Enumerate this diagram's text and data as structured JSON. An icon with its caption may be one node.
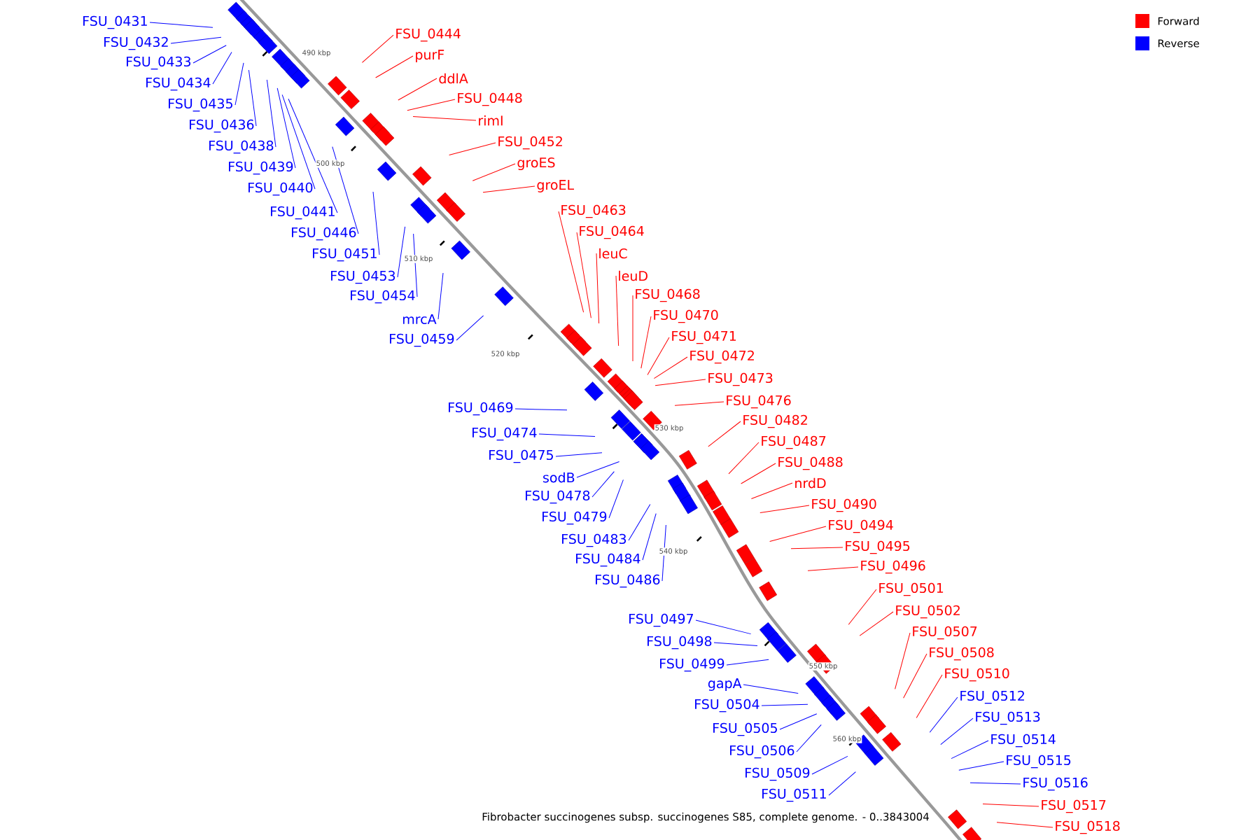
{
  "diagram": {
    "caption": "Fibrobacter succinogenes subsp. succinogenes S85, complete genome. - 0..3843004",
    "nodes": [
      {
        "text": [
          "FSU_0431"
        ]
      },
      {
        "text": [
          "FSU_0432"
        ]
      },
      {
        "text": [
          "FSU_0433"
        ]
      },
      {
        "text": [
          "FSU_0434"
        ]
      },
      {
        "text": [
          "FSU_0435"
        ]
      },
      {
        "text": [
          "FSU_0436"
        ]
      },
      {
        "text": [
          "FSU_0438"
        ]
      },
      {
        "text": [
          "FSU_0439"
        ]
      },
      {
        "text": [
          "FSU_0440"
        ]
      },
      {
        "text": [
          "FSU_0441"
        ]
      },
      {
        "text": [
          "FSU_0444"
        ]
      },
      {
        "text": [
          "purF"
        ]
      },
      {
        "text": [
          "ddlA"
        ]
      },
      {
        "text": [
          "FSU_0446"
        ]
      },
      {
        "text": [
          "FSU_0448"
        ]
      },
      {
        "text": [
          "rimI"
        ]
      },
      {
        "text": [
          "FSU_0451"
        ]
      },
      {
        "text": [
          "FSU_0452"
        ]
      },
      {
        "text": [
          "FSU_0453"
        ]
      },
      {
        "text": [
          "FSU_0454"
        ]
      },
      {
        "text": [
          "groES"
        ]
      },
      {
        "text": [
          "groEL"
        ]
      },
      {
        "text": [
          "mrcA"
        ]
      },
      {
        "text": [
          "FSU_0459"
        ]
      },
      {
        "text": [
          "FSU_0463"
        ]
      },
      {
        "text": [
          "FSU_0464"
        ]
      },
      {
        "text": [
          "leuC"
        ]
      },
      {
        "text": [
          "leuD"
        ]
      },
      {
        "text": [
          "FSU_0468"
        ]
      },
      {
        "text": [
          "FSU_0469"
        ]
      },
      {
        "text": [
          "FSU_0470"
        ]
      },
      {
        "text": [
          "FSU_0471"
        ]
      },
      {
        "text": [
          "FSU_0472"
        ]
      },
      {
        "text": [
          "FSU_0473"
        ]
      },
      {
        "text": [
          "FSU_0474"
        ]
      },
      {
        "text": [
          "FSU_0475"
        ]
      },
      {
        "text": [
          "FSU_0476"
        ]
      },
      {
        "text": [
          "sodB"
        ]
      },
      {
        "text": [
          "FSU_0478"
        ]
      },
      {
        "text": [
          "FSU_0479"
        ]
      },
      {
        "text": [
          "FSU_0482"
        ]
      },
      {
        "text": [
          "FSU_0483"
        ]
      },
      {
        "text": [
          "FSU_0484"
        ]
      },
      {
        "text": [
          "FSU_0486"
        ]
      },
      {
        "text": [
          "FSU_0487"
        ]
      },
      {
        "text": [
          "FSU_0488"
        ]
      },
      {
        "text": [
          "nrdD"
        ]
      },
      {
        "text": [
          "FSU_0490"
        ]
      },
      {
        "text": [
          "FSU_0494"
        ]
      },
      {
        "text": [
          "FSU_0495"
        ]
      },
      {
        "text": [
          "FSU_0496"
        ]
      },
      {
        "text": [
          "FSU_0497"
        ]
      },
      {
        "text": [
          "FSU_0498"
        ]
      },
      {
        "text": [
          "FSU_0499"
        ]
      },
      {
        "text": [
          "FSU_0501"
        ]
      },
      {
        "text": [
          "FSU_0502"
        ]
      },
      {
        "text": [
          "gapA"
        ]
      },
      {
        "text": [
          "FSU_0504"
        ]
      },
      {
        "text": [
          "FSU_0505"
        ]
      },
      {
        "text": [
          "FSU_0506"
        ]
      },
      {
        "text": [
          "FSU_0507"
        ]
      },
      {
        "text": [
          "FSU_0508"
        ]
      },
      {
        "text": [
          "FSU_0509"
        ]
      },
      {
        "text": [
          "FSU_0510"
        ]
      },
      {
        "text": [
          "FSU_0511"
        ]
      },
      {
        "text": [
          "FSU_0512"
        ]
      },
      {
        "text": [
          "FSU_0513"
        ]
      },
      {
        "text": [
          "FSU_0514"
        ]
      },
      {
        "text": [
          "FSU_0515"
        ]
      },
      {
        "text": [
          "FSU_0516"
        ]
      },
      {
        "text": [
          "FSU_0517"
        ]
      },
      {
        "text": [
          "FSU_0518"
        ]
      }
    ],
    "edges": [
      {
        "from": 0,
        "to": null,
        "arrow": "none",
        "color": "#0000ff"
      },
      {
        "from": 1,
        "to": null,
        "arrow": "none",
        "color": "#0000ff"
      },
      {
        "from": 2,
        "to": null,
        "arrow": "none",
        "color": "#0000ff"
      },
      {
        "from": 3,
        "to": null,
        "arrow": "none",
        "color": "#0000ff"
      },
      {
        "from": 4,
        "to": null,
        "arrow": "none",
        "color": "#0000ff"
      },
      {
        "from": 5,
        "to": null,
        "arrow": "none",
        "color": "#0000ff"
      },
      {
        "from": 6,
        "to": null,
        "arrow": "none",
        "color": "#0000ff"
      },
      {
        "from": 7,
        "to": null,
        "arrow": "none",
        "color": "#0000ff"
      },
      {
        "from": 8,
        "to": null,
        "arrow": "none",
        "color": "#0000ff"
      },
      {
        "from": 9,
        "to": null,
        "arrow": "none",
        "color": "#0000ff"
      },
      {
        "from": 10,
        "to": null,
        "arrow": "none",
        "color": "#ff0000"
      },
      {
        "from": 11,
        "to": null,
        "arrow": "none",
        "color": "#ff0000"
      },
      {
        "from": 12,
        "to": null,
        "arrow": "none",
        "color": "#ff0000"
      },
      {
        "from": 13,
        "to": null,
        "arrow": "none",
        "color": "#0000ff"
      },
      {
        "from": 14,
        "to": null,
        "arrow": "none",
        "color": "#ff0000"
      },
      {
        "from": 15,
        "to": null,
        "arrow": "none",
        "color": "#ff0000"
      },
      {
        "from": 16,
        "to": null,
        "arrow": "none",
        "color": "#0000ff"
      },
      {
        "from": 17,
        "to": null,
        "arrow": "none",
        "color": "#ff0000"
      },
      {
        "from": 18,
        "to": null,
        "arrow": "none",
        "color": "#0000ff"
      },
      {
        "from": 19,
        "to": null,
        "arrow": "none",
        "color": "#0000ff"
      },
      {
        "from": 20,
        "to": null,
        "arrow": "none",
        "color": "#ff0000"
      },
      {
        "from": 21,
        "to": null,
        "arrow": "none",
        "color": "#ff0000"
      },
      {
        "from": 22,
        "to": null,
        "arrow": "none",
        "color": "#0000ff"
      },
      {
        "from": 23,
        "to": null,
        "arrow": "none",
        "color": "#0000ff"
      },
      {
        "from": 24,
        "to": null,
        "arrow": "none",
        "color": "#ff0000"
      },
      {
        "from": 25,
        "to": null,
        "arrow": "none",
        "color": "#ff0000"
      },
      {
        "from": 26,
        "to": null,
        "arrow": "none",
        "color": "#ff0000"
      },
      {
        "from": 27,
        "to": null,
        "arrow": "none",
        "color": "#ff0000"
      },
      {
        "from": 28,
        "to": null,
        "arrow": "none",
        "color": "#ff0000"
      },
      {
        "from": 29,
        "to": null,
        "arrow": "none",
        "color": "#0000ff"
      },
      {
        "from": 30,
        "to": null,
        "arrow": "none",
        "color": "#ff0000"
      },
      {
        "from": 31,
        "to": null,
        "arrow": "none",
        "color": "#ff0000"
      },
      {
        "from": 32,
        "to": null,
        "arrow": "none",
        "color": "#ff0000"
      },
      {
        "from": 33,
        "to": null,
        "arrow": "none",
        "color": "#ff0000"
      },
      {
        "from": 34,
        "to": null,
        "arrow": "none",
        "color": "#0000ff"
      },
      {
        "from": 35,
        "to": null,
        "arrow": "none",
        "color": "#0000ff"
      },
      {
        "from": 36,
        "to": null,
        "arrow": "none",
        "color": "#ff0000"
      },
      {
        "from": 37,
        "to": null,
        "arrow": "none",
        "color": "#0000ff"
      },
      {
        "from": 38,
        "to": null,
        "arrow": "none",
        "color": "#0000ff"
      },
      {
        "from": 39,
        "to": null,
        "arrow": "none",
        "color": "#0000ff"
      },
      {
        "from": 40,
        "to": null,
        "arrow": "none",
        "color": "#ff0000"
      },
      {
        "from": 41,
        "to": null,
        "arrow": "none",
        "color": "#0000ff"
      },
      {
        "from": 42,
        "to": null,
        "arrow": "none",
        "color": "#0000ff"
      },
      {
        "from": 43,
        "to": null,
        "arrow": "none",
        "color": "#0000ff"
      },
      {
        "from": 44,
        "to": null,
        "arrow": "none",
        "color": "#ff0000"
      },
      {
        "from": 45,
        "to": null,
        "arrow": "none",
        "color": "#ff0000"
      },
      {
        "from": 46,
        "to": null,
        "arrow": "none",
        "color": "#ff0000"
      },
      {
        "from": 47,
        "to": null,
        "arrow": "none",
        "color": "#ff0000"
      },
      {
        "from": 48,
        "to": null,
        "arrow": "none",
        "color": "#ff0000"
      },
      {
        "from": 49,
        "to": null,
        "arrow": "none",
        "color": "#ff0000"
      },
      {
        "from": 50,
        "to": null,
        "arrow": "none",
        "color": "#ff0000"
      },
      {
        "from": 51,
        "to": null,
        "arrow": "none",
        "color": "#0000ff"
      },
      {
        "from": 52,
        "to": null,
        "arrow": "none",
        "color": "#0000ff"
      },
      {
        "from": 53,
        "to": null,
        "arrow": "none",
        "color": "#0000ff"
      },
      {
        "from": 54,
        "to": null,
        "arrow": "none",
        "color": "#ff0000"
      },
      {
        "from": 55,
        "to": null,
        "arrow": "none",
        "color": "#ff0000"
      },
      {
        "from": 56,
        "to": null,
        "arrow": "none",
        "color": "#0000ff"
      },
      {
        "from": 57,
        "to": null,
        "arrow": "none",
        "color": "#0000ff"
      },
      {
        "from": 58,
        "to": null,
        "arrow": "none",
        "color": "#0000ff"
      },
      {
        "from": 59,
        "to": null,
        "arrow": "none",
        "color": "#0000ff"
      },
      {
        "from": 60,
        "to": null,
        "arrow": "none",
        "color": "#ff0000"
      },
      {
        "from": 61,
        "to": null,
        "arrow": "none",
        "color": "#ff0000"
      },
      {
        "from": 62,
        "to": null,
        "arrow": "none",
        "color": "#0000ff"
      },
      {
        "from": 63,
        "to": null,
        "arrow": "none",
        "color": "#ff0000"
      },
      {
        "from": 64,
        "to": null,
        "arrow": "none",
        "color": "#0000ff"
      },
      {
        "from": 65,
        "to": null,
        "arrow": "none",
        "color": "#0000ff"
      },
      {
        "from": 66,
        "to": null,
        "arrow": "none",
        "color": "#0000ff"
      },
      {
        "from": 67,
        "to": null,
        "arrow": "none",
        "color": "#0000ff"
      },
      {
        "from": 68,
        "to": null,
        "arrow": "none",
        "color": "#0000ff"
      },
      {
        "from": 69,
        "to": null,
        "arrow": "none",
        "color": "#0000ff"
      },
      {
        "from": 70,
        "to": null,
        "arrow": "none",
        "color": "#ff0000"
      },
      {
        "from": 71,
        "to": null,
        "arrow": "none",
        "color": "#ff0000"
      }
    ],
    "labels": [
      "490 kbp",
      "500 kbp",
      "510 kbp",
      "520 kbp",
      "530 kbp",
      "540 kbp",
      "550 kbp",
      "560 kbp"
    ],
    "legend": [
      {
        "text": "Forward",
        "color": "#ff0000"
      },
      {
        "text": "Reverse",
        "color": "#0000ff"
      }
    ]
  }
}
